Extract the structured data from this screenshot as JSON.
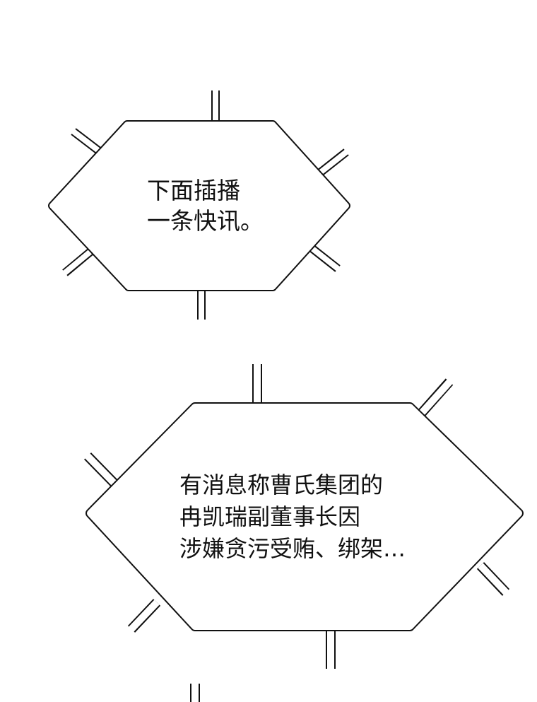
{
  "bubbles": [
    {
      "lines": [
        "下面插播",
        "一条快讯。"
      ]
    },
    {
      "lines": [
        "有消息称曹氏集团的",
        "冉凯瑞副董事长因",
        "涉嫌贪污受贿、绑架…"
      ]
    }
  ],
  "colors": {
    "ink": "#111111",
    "paper": "#ffffff"
  }
}
